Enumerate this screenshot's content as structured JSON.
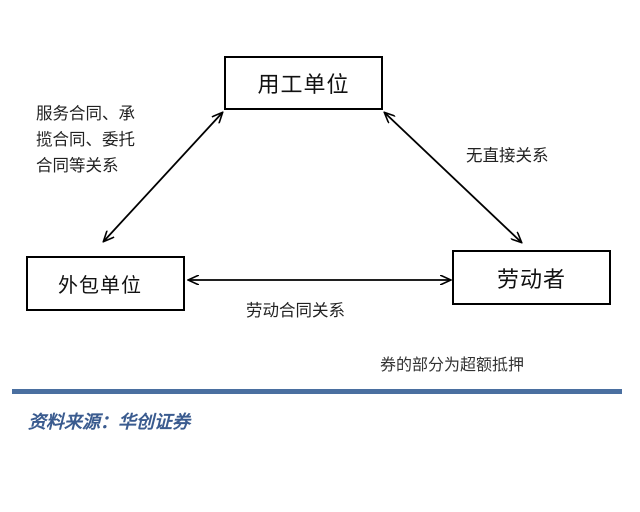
{
  "diagram": {
    "nodes": {
      "employer": "用工单位",
      "outsourcer": "外包单位",
      "worker": "劳动者"
    },
    "edges": {
      "outsourcer_employer": [
        "服务合同、承",
        "揽合同、委托",
        "合同等关系"
      ],
      "employer_worker": "无直接关系",
      "outsourcer_worker": "劳动合同关系"
    }
  },
  "caption": {
    "note": "券的部分为超额抵押",
    "source": "资料来源：华创证券",
    "rule_color": "#4a6fa0",
    "source_color": "#3a5b8f"
  }
}
